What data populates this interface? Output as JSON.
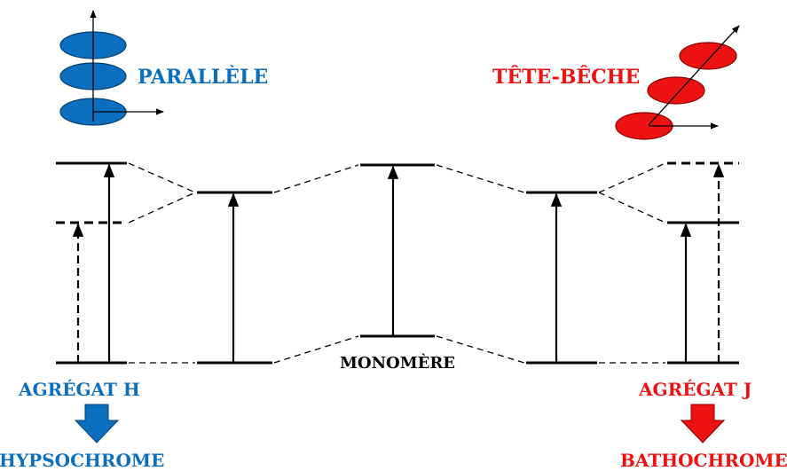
{
  "labels": {
    "parallel": "PARALLÈLE",
    "head_to_tail": "TÊTE-BÊCHE",
    "monomer": "MONOMÈRE",
    "aggregate_h": "AGRÉGAT H",
    "aggregate_j": "AGRÉGAT J",
    "hypsochrome": "HYPSOCHROME",
    "bathochrome": "BATHOCHROME"
  },
  "colors": {
    "blue": "#0b6fc0",
    "red": "#ee1111",
    "black": "#000000",
    "arrow_blue": "#0b6fc0",
    "arrow_red": "#ee1111"
  },
  "icons": {
    "stack_parallel": "parallel-disc-stack-icon",
    "stack_head_to_tail": "staggered-disc-stack-icon",
    "shift_down_blue": "down-arrow-icon",
    "shift_down_red": "down-arrow-icon"
  }
}
